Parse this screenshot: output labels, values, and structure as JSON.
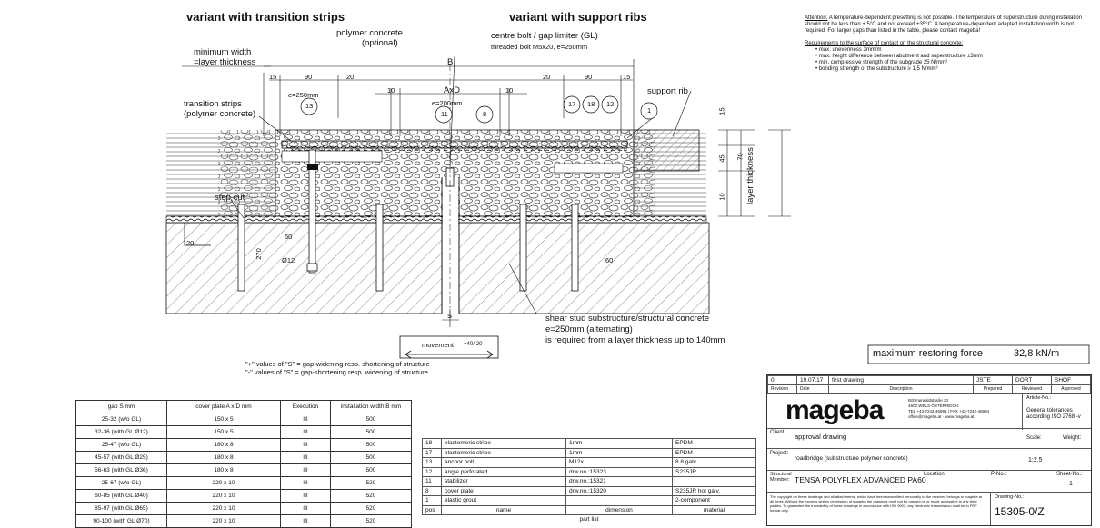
{
  "headings": {
    "left": "variant with transition strips",
    "right": "variant with support ribs"
  },
  "labels": {
    "polymer_concrete": "polymer concrete",
    "optional": "(optional)",
    "centre_bolt": "centre bolt / gap limiter (GL)",
    "threaded_bolt": "threaded bolt M5x20, e=250mm",
    "minimum_width": "minimum width",
    "layer_thickness_eq": "=layer thickness",
    "transition_strips": "transition strips",
    "polymer_concrete_paren": "(polymer concrete)",
    "support_rib": "support rib",
    "step_cut": "step cut",
    "layer_thickness": "layer thickness",
    "shear_stud_1": "shear stud substructure/structural concrete",
    "shear_stud_2": "e=250mm (alternating)",
    "shear_stud_3": "is required from a layer thickness up to 140mm",
    "movement": "movement",
    "movement_val": "+40/-20",
    "s_note_1": "\"+\" values of \"S\" = gap-widening resp. shortening of structure",
    "s_note_2": "\"-\" values of \"S\" = gap-shortening resp. widening of structure",
    "restoring_force_label": "maximum restoring force",
    "restoring_force_value": "32,8 kN/m"
  },
  "dimensions": {
    "d15a": "15",
    "d90a": "90",
    "d20a": "20",
    "B": "B",
    "d20b": "20",
    "d90b": "90",
    "d15b": "15",
    "d10a": "10",
    "AxD": "AxD",
    "d10b": "10",
    "e250": "e=250mm",
    "e200": "e=200mm",
    "v15": "15",
    "v45": "45",
    "v70": "70",
    "v10": "10",
    "d20c": "20",
    "d60a": "60",
    "d60b": "60",
    "d270": "270",
    "d12": "Ø12",
    "S": "S"
  },
  "callouts": [
    "13",
    "11",
    "8",
    "17",
    "18",
    "12",
    "1"
  ],
  "notes": {
    "attention_label": "Attention:",
    "attention_text": "A temperature-dependent presetting is not possible. The temperature of superstructure during installation should not be less than + 5°C and not exceed +35°C. A temperature-dependent adapted installation width is not required. For larger gaps than listed in the table, please contact mageba!",
    "req_title": "Requirements to the surface of contact on the structural concrete:",
    "req_items": [
      "max. unevenness 3mm/m",
      "max. height difference between abutment and superstructure ±3mm",
      "min. compressive strength of the subgrade 25 N/mm²",
      "bonding strength of the substructure ≥ 1,5 N/mm²"
    ]
  },
  "gap_table": {
    "headers": [
      "gap S mm",
      "cover plate A x D mm",
      "Execution",
      "installation width B mm"
    ],
    "rows": [
      [
        "25-32 (w/o GL)",
        "150 x 5",
        "III",
        "500"
      ],
      [
        "32-36 (with GL Ø12)",
        "150 x 5",
        "III",
        "500"
      ],
      [
        "25-47 (w/o GL)",
        "180 x 8",
        "III",
        "500"
      ],
      [
        "45-57 (with GL Ø25)",
        "180 x 8",
        "III",
        "500"
      ],
      [
        "56-63 (with GL Ø36)",
        "180 x 8",
        "III",
        "500"
      ],
      [
        "25-67 (w/o GL)",
        "220 x 10",
        "III",
        "520"
      ],
      [
        "60-85 (with GL Ø40)",
        "220 x 10",
        "III",
        "520"
      ],
      [
        "85-97 (with GL Ø65)",
        "220 x 10",
        "III",
        "520"
      ],
      [
        "90-100 (with GL Ø70)",
        "220 x 10",
        "III",
        "520"
      ]
    ]
  },
  "parts_list": {
    "rows": [
      [
        "18",
        "elastomeric stripe",
        "1mm",
        "EPDM"
      ],
      [
        "17",
        "elastomeric stripe",
        "1mm",
        "EPDM"
      ],
      [
        "13",
        "anchor bolt",
        "M12x...",
        "8.8 galv."
      ],
      [
        "12",
        "angle perforated",
        "drw.no.:15323",
        "S235JR"
      ],
      [
        "11",
        "stabilizer",
        "drw.no.:15321",
        ""
      ],
      [
        "8",
        "cover plate",
        "drw.no.:15320",
        "S235JR hot galv."
      ],
      [
        "1",
        "elastic grout",
        "",
        "2-component"
      ]
    ],
    "footer": [
      "pos",
      "name",
      "dimension",
      "material"
    ],
    "title": "part list"
  },
  "title_block": {
    "revision": "0",
    "date": "19.07.17",
    "description": "first drawing",
    "prepared": "JSTE",
    "reviewed": "DORT",
    "approved": "SHOF",
    "rev_label": "Revision",
    "date_label": "Date",
    "desc_label": "Description",
    "prepared_label": "Prepared",
    "reviewed_label": "Reviewed",
    "approved_label": "Approved",
    "logo": "mageba",
    "address": "Böhmerwaldstraße 20\n4600 WELS-ÖSTERREICH\nTEL +43-7242-46991 / FAX +43-7242-46994\noffice@mageba.at · www.mageba.at",
    "article_label": "Article-No.:",
    "tolerances": "General tolerances\naccording ISO 2768 -v",
    "client_label": "Client:",
    "client_value": "approval drawing",
    "scale_label": "Scale:",
    "weight_label": "Weight:",
    "project_label": "Project:",
    "project_value": "roadbridge (substructure polymer concrete)",
    "scale_value": "1:2.5",
    "member_label": "Structural Member:",
    "member_value": "TENSA POLYFLEX ADVANCED PA60",
    "location_label": "Location:",
    "pno_label": "P-No.:",
    "sheet_label": "Sheet-No.:",
    "sheet_value": "1",
    "copyright": "The copyright on these drawings and all attachments, which have been transmitted personally to the receiver, belongs to mageba at all times. Without the express written permission of mageba the drawings must not be passed on or made accessible to any third parties. To guarantee the traceability of these drawings in accordance with ISO 9001, any electronic transmission shall be in PDF format only.",
    "drawing_label": "Drawing-No.:",
    "drawing_value": "15305-0/Z"
  }
}
